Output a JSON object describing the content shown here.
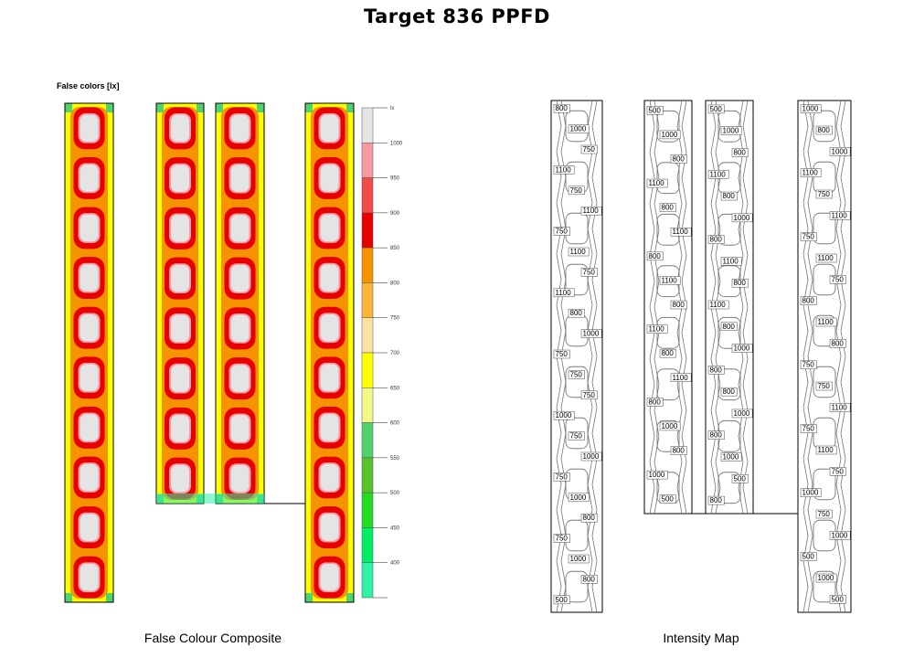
{
  "title": "Target 836 PPFD",
  "false_colour_header": "False colors [lx]",
  "captions": {
    "left": "False Colour Composite",
    "right": "Intensity Map"
  },
  "legend": {
    "unit": "lx",
    "levels": [
      {
        "label": "",
        "color": "#e4e4e4"
      },
      {
        "label": "1000",
        "color": "#f59aa3"
      },
      {
        "label": "950",
        "color": "#f24b4b"
      },
      {
        "label": "900",
        "color": "#e60000"
      },
      {
        "label": "850",
        "color": "#f59300"
      },
      {
        "label": "800",
        "color": "#fab53d"
      },
      {
        "label": "750",
        "color": "#fde1a3"
      },
      {
        "label": "700",
        "color": "#ffff00"
      },
      {
        "label": "650",
        "color": "#f2f88a"
      },
      {
        "label": "600",
        "color": "#4fd36c"
      },
      {
        "label": "550",
        "color": "#55c22e"
      },
      {
        "label": "500",
        "color": "#22dd22"
      },
      {
        "label": "450",
        "color": "#00ee66"
      },
      {
        "label": "400",
        "color": "#2ef2a6"
      }
    ]
  },
  "intensity_labels": {
    "strip1": [
      "800",
      "1000",
      "750",
      "1100",
      "750",
      "1100",
      "750",
      "1100",
      "750",
      "1100",
      "800",
      "1000",
      "750",
      "750",
      "750",
      "1000",
      "750",
      "1000",
      "750",
      "1000",
      "800",
      "750",
      "1000",
      "800",
      "500"
    ],
    "strip2": [
      "500",
      "1000",
      "800",
      "1100",
      "800",
      "1100",
      "800",
      "1100",
      "800",
      "1100",
      "800",
      "1100",
      "800",
      "1000",
      "800",
      "1000",
      "500"
    ],
    "strip3": [
      "500",
      "1000",
      "800",
      "1100",
      "800",
      "1000",
      "800",
      "1100",
      "800",
      "1100",
      "800",
      "1000",
      "800",
      "800",
      "1000",
      "800",
      "1000",
      "500",
      "800"
    ],
    "strip4": [
      "1000",
      "800",
      "1000",
      "1100",
      "750",
      "1100",
      "750",
      "1100",
      "750",
      "800",
      "1100",
      "800",
      "750",
      "750",
      "1100",
      "750",
      "1100",
      "750",
      "1000",
      "750",
      "1000",
      "500",
      "1000",
      "500"
    ]
  },
  "colors": {
    "hot_core": "#e4e4e4",
    "ring": "#e60000",
    "mid": "#f59300",
    "low": "#ffff00",
    "edge": "#4fd36c",
    "connector": "#000000"
  }
}
